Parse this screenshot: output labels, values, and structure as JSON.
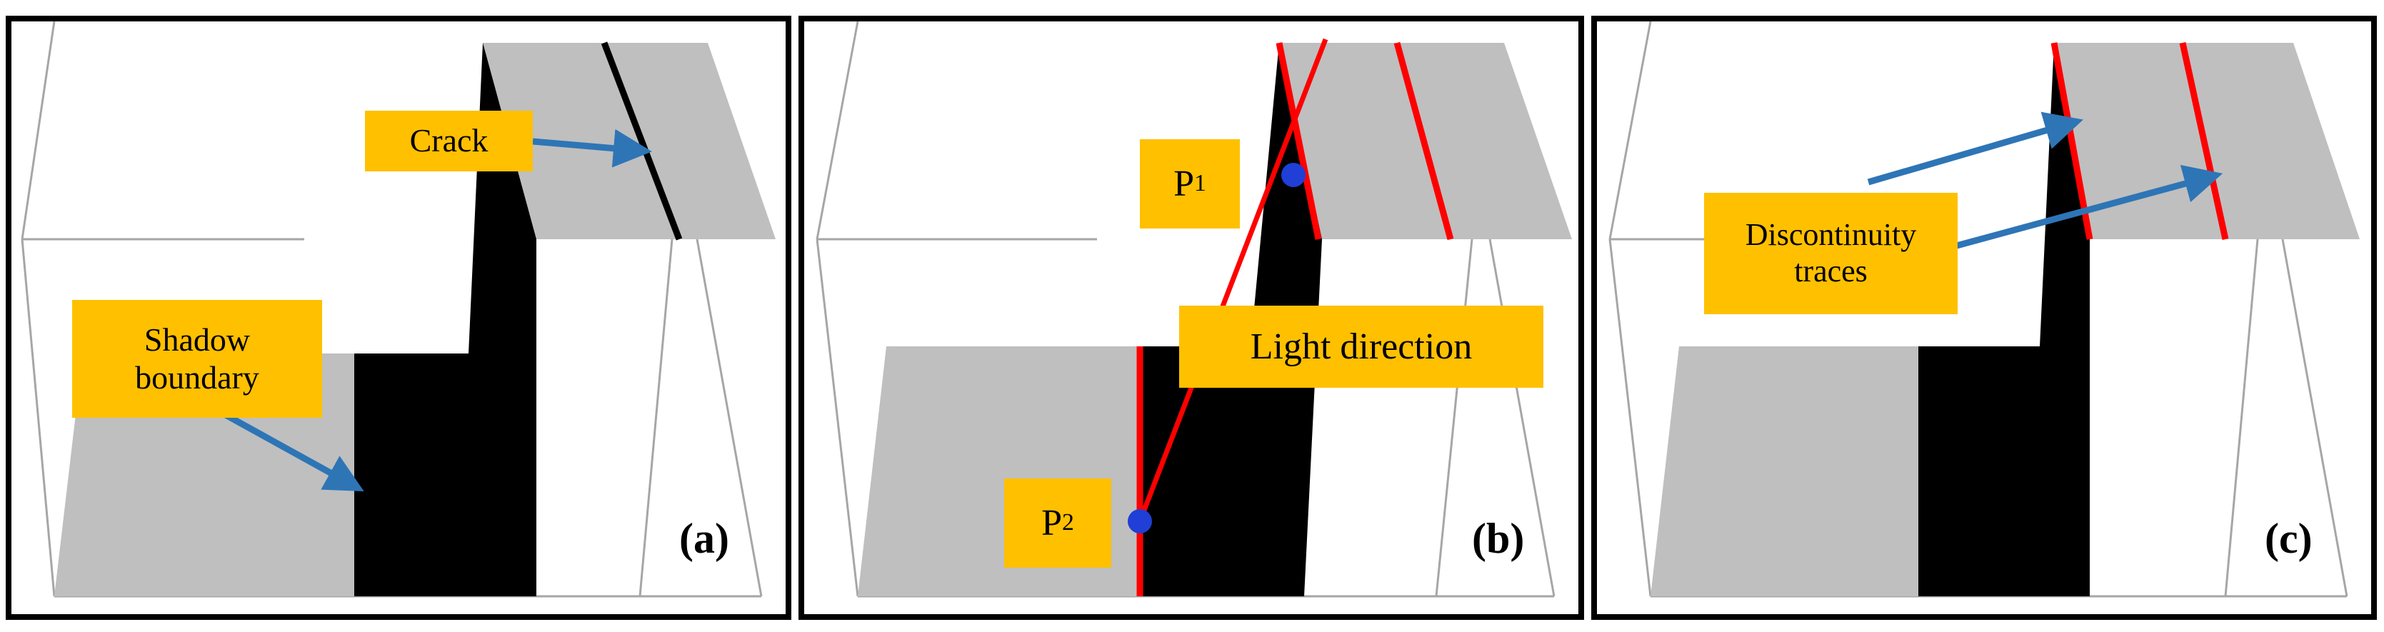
{
  "panels": {
    "a": {
      "tag": "(a)",
      "crack_label": "Crack",
      "shadow_label_line1": "Shadow",
      "shadow_label_line2": "boundary"
    },
    "b": {
      "tag": "(b)",
      "p1_main": "P",
      "p1_sub": "1",
      "p2_main": "P",
      "p2_sub": "2",
      "light_label": "Light direction"
    },
    "c": {
      "tag": "(c)",
      "disc_line1": "Discontinuity",
      "disc_line2": "traces"
    }
  },
  "colors": {
    "label_bg": "#ffc000",
    "arrow": "#2e75b6",
    "trace": "#ff0000",
    "point": "#1f3fd6",
    "gray_face": "#bfbfbf",
    "shadow": "#000000",
    "wire": "#a6a6a6"
  }
}
